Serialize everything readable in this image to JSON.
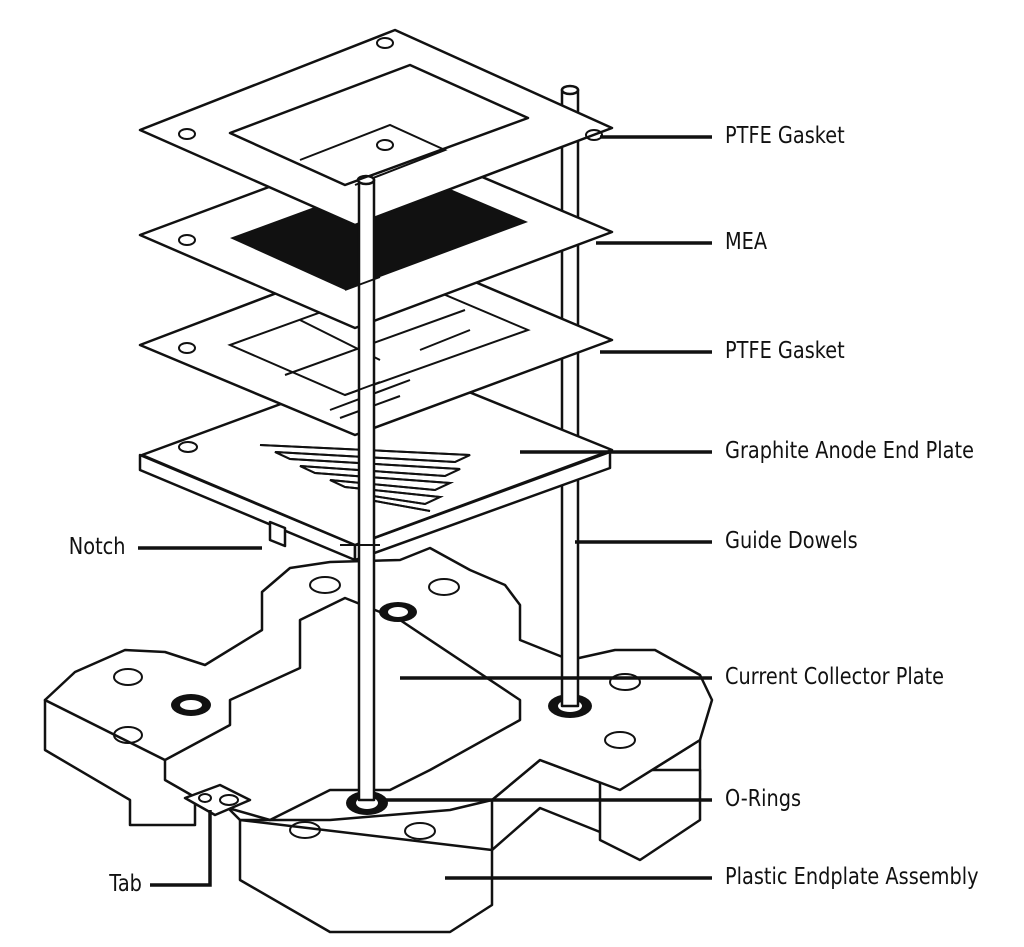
{
  "labels": {
    "ptfe_gasket_top": "PTFE Gasket",
    "mea": "MEA",
    "ptfe_gasket_bottom": "PTFE Gasket",
    "graphite_anode_end_plate": "Graphite Anode End Plate",
    "guide_dowels": "Guide Dowels",
    "notch": "Notch",
    "current_collector_plate": "Current Collector Plate",
    "o_rings": "O-Rings",
    "tab": "Tab",
    "plastic_endplate_assembly": "Plastic Endplate Assembly"
  }
}
